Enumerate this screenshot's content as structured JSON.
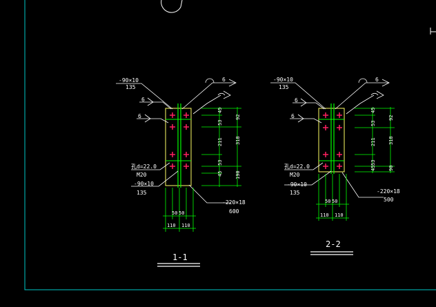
{
  "colors": {
    "background": "#000000",
    "frame": "#00c8c8",
    "plate": "#ffff66",
    "weld_line": "#00ff00",
    "dimension": "#00ff00",
    "bolt": "#ff2060",
    "leader": "#ffffff",
    "text": "#ffffff"
  },
  "left_detail": {
    "top_plate_label": "-90×10",
    "top_plate_length": "135",
    "weld_size_1": "6",
    "weld_size_2": "6",
    "weld_size_3": "6",
    "bolt_hole": "孔d=22.0",
    "bolt_grade": "M20",
    "bottom_plate_label": "-90×10",
    "bottom_plate_length": "135",
    "main_plate_label": "-220×18",
    "main_plate_length": "600",
    "dims_inner": [
      "45",
      "53",
      "211",
      "53",
      "45"
    ],
    "dims_outer": [
      "92",
      "318",
      "190"
    ],
    "dims_bottom_inner": [
      "50",
      "50"
    ],
    "dims_bottom_outer": [
      "110",
      "110"
    ],
    "section_label": "1-1"
  },
  "right_detail": {
    "top_plate_label": "-90×10",
    "top_plate_length": "135",
    "weld_size_1": "6",
    "weld_size_2": "6",
    "weld_size_3": "6",
    "bolt_hole": "孔d=22.0",
    "bolt_grade": "M20",
    "bottom_plate_label": "-90×10",
    "bottom_plate_length": "135",
    "main_plate_label": "-220×18",
    "main_plate_length": "500",
    "dims_inner": [
      "45",
      "53",
      "211",
      "53",
      "45"
    ],
    "dims_outer": [
      "92",
      "318",
      "90"
    ],
    "dims_bottom_inner": [
      "50",
      "50"
    ],
    "dims_bottom_outer": [
      "110",
      "110"
    ],
    "section_label": "2-2"
  }
}
